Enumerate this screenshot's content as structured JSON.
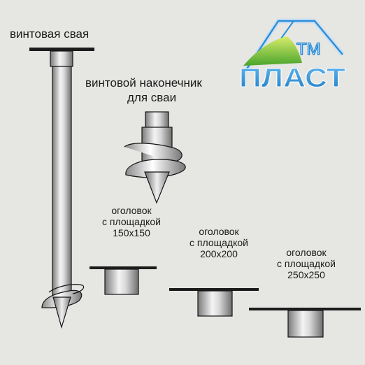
{
  "labels": {
    "screw_pile": "винтовая свая",
    "screw_tip": {
      "line1": "винтовой наконечник",
      "line2": "для сваи"
    },
    "cap_150": {
      "line1": "оголовок",
      "line2": "с площадкой",
      "line3": "150x150"
    },
    "cap_200": {
      "line1": "оголовок",
      "line2": "с площадкой",
      "line3": "200x200"
    },
    "cap_250": {
      "line1": "оголовок",
      "line2": "с площадкой",
      "line3": "250x250"
    }
  },
  "logo": {
    "tm": "ТМ",
    "name": "ПЛАСТ",
    "colors": {
      "blue": "#2a8fd8",
      "green": "#58b233",
      "light_green": "#cfe35a"
    }
  },
  "colors": {
    "background": "#e6e6e3",
    "metal_dark": "#6f6f6f",
    "metal_light": "#f2f2f2",
    "outline": "#151515"
  }
}
